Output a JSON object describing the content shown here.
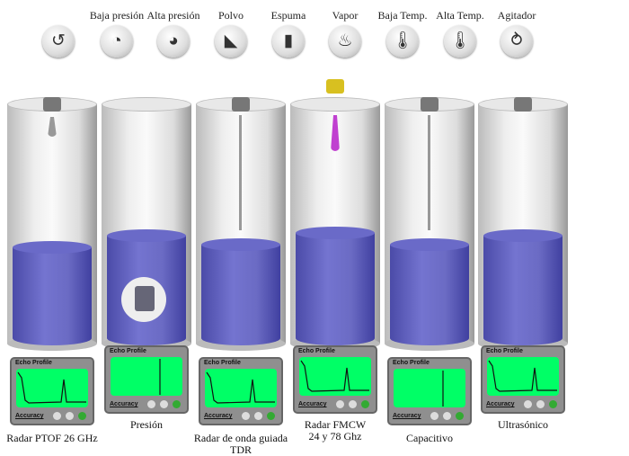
{
  "conditions": [
    {
      "label": "",
      "icon": "swirl-icon",
      "glyph": "↺"
    },
    {
      "label": "Baja presión",
      "icon": "low-pressure-gauge-icon",
      "glyph": "◔"
    },
    {
      "label": "Alta presión",
      "icon": "high-pressure-gauge-icon",
      "glyph": "◕"
    },
    {
      "label": "Polvo",
      "icon": "dust-icon",
      "glyph": "◣"
    },
    {
      "label": "Espuma",
      "icon": "foam-glass-icon",
      "glyph": "▮"
    },
    {
      "label": "Vapor",
      "icon": "steam-icon",
      "glyph": "♨"
    },
    {
      "label": "Baja Temp.",
      "icon": "low-thermometer-icon",
      "glyph": "🌡"
    },
    {
      "label": "Alta Temp.",
      "icon": "high-thermometer-icon",
      "glyph": "🌡"
    },
    {
      "label": "Agitador",
      "icon": "agitator-icon",
      "glyph": "⥁"
    }
  ],
  "echo_title": "Echo Profile",
  "accuracy_label": "Accuracy",
  "accent": {
    "screen": "#00ff66",
    "liquid": "#6a6ac8"
  },
  "tanks": [
    {
      "name": "Radar PTOF 26 GHz",
      "lines": [
        "Radar PTOF 26 GHz"
      ],
      "level": 0.42,
      "profile": "peak",
      "low": false
    },
    {
      "name": "Presión",
      "lines": [
        "Presión"
      ],
      "level": 0.47,
      "profile": "line",
      "low": true
    },
    {
      "name": "Radar de onda guiada TDR",
      "lines": [
        "Radar de onda guiada TDR"
      ],
      "level": 0.43,
      "profile": "peak",
      "low": false
    },
    {
      "name": "Radar FMCW 24 y 78 Ghz",
      "lines": [
        "Radar FMCW",
        "24 y 78 Ghz"
      ],
      "level": 0.48,
      "profile": "peak",
      "low": true
    },
    {
      "name": "Capacitivo",
      "lines": [
        "Capacitivo"
      ],
      "level": 0.43,
      "profile": "line",
      "low": false
    },
    {
      "name": "Ultrasónico",
      "lines": [
        "Ultrasónico"
      ],
      "level": 0.47,
      "profile": "peak",
      "low": true
    }
  ]
}
